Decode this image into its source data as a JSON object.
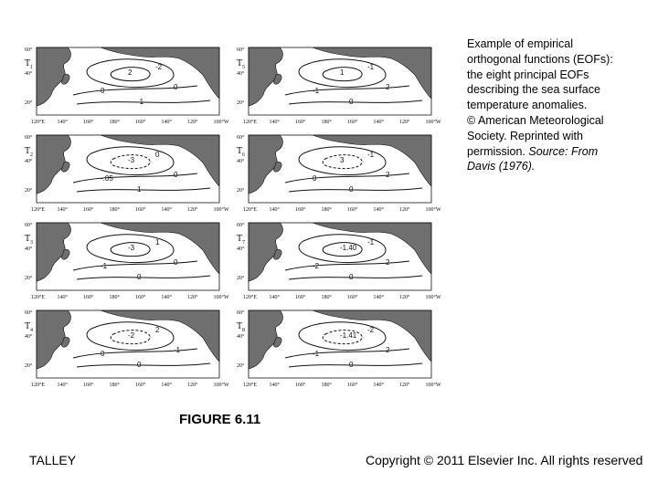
{
  "caption": {
    "line1": "Example of empirical",
    "line2": "orthogonal functions (EOFs):",
    "line3": "the eight principal EOFs",
    "line4": "describing the sea surface",
    "line5": "temperature anomalies.",
    "line6": "© American Meteorological",
    "line7": "Society. Reprinted with",
    "line8_plain": "permission. ",
    "line8_italic": "Source: From",
    "line9_italic": "Davis (1976)."
  },
  "figure_label": "FIGURE 6.11",
  "footer": {
    "left": "TALLEY",
    "right": "Copyright © 2011 Elsevier Inc. All rights reserved"
  },
  "panels": [
    {
      "id": "T1",
      "sub": "1",
      "col": 0,
      "row": 0,
      "contours": [
        "2",
        "-2",
        "0",
        "0",
        "-1"
      ]
    },
    {
      "id": "T5",
      "sub": "5",
      "col": 1,
      "row": 0,
      "contours": [
        "1",
        "-1",
        "-1",
        "2",
        "0"
      ]
    },
    {
      "id": "T2",
      "sub": "2",
      "col": 0,
      "row": 1,
      "contours": [
        "-3",
        "0",
        "-.05",
        "0",
        "1"
      ]
    },
    {
      "id": "T6",
      "sub": "6",
      "col": 1,
      "row": 1,
      "contours": [
        "3",
        "-1",
        "0",
        "2",
        "0"
      ]
    },
    {
      "id": "T3",
      "sub": "3",
      "col": 0,
      "row": 2,
      "contours": [
        "-3",
        "1",
        "-1",
        "0",
        "0"
      ]
    },
    {
      "id": "T7",
      "sub": "7",
      "col": 1,
      "row": 2,
      "contours": [
        "-1.40",
        "-1",
        "-2",
        "2",
        "0"
      ]
    },
    {
      "id": "T4",
      "sub": "4",
      "col": 0,
      "row": 3,
      "contours": [
        "-2",
        "2",
        "0",
        "-1",
        "0"
      ]
    },
    {
      "id": "T8",
      "sub": "8",
      "col": 1,
      "row": 3,
      "contours": [
        "-1.41",
        "-2",
        "-1",
        "2",
        "0"
      ]
    }
  ],
  "lat_labels": [
    "60°",
    "40°",
    "20°"
  ],
  "lon_labels": [
    "120°E",
    "140°",
    "160°",
    "180°",
    "160°",
    "140°",
    "120°",
    "100°W"
  ],
  "colors": {
    "land": "#6f6f6f",
    "contour": "#111111",
    "frame": "#111111"
  }
}
